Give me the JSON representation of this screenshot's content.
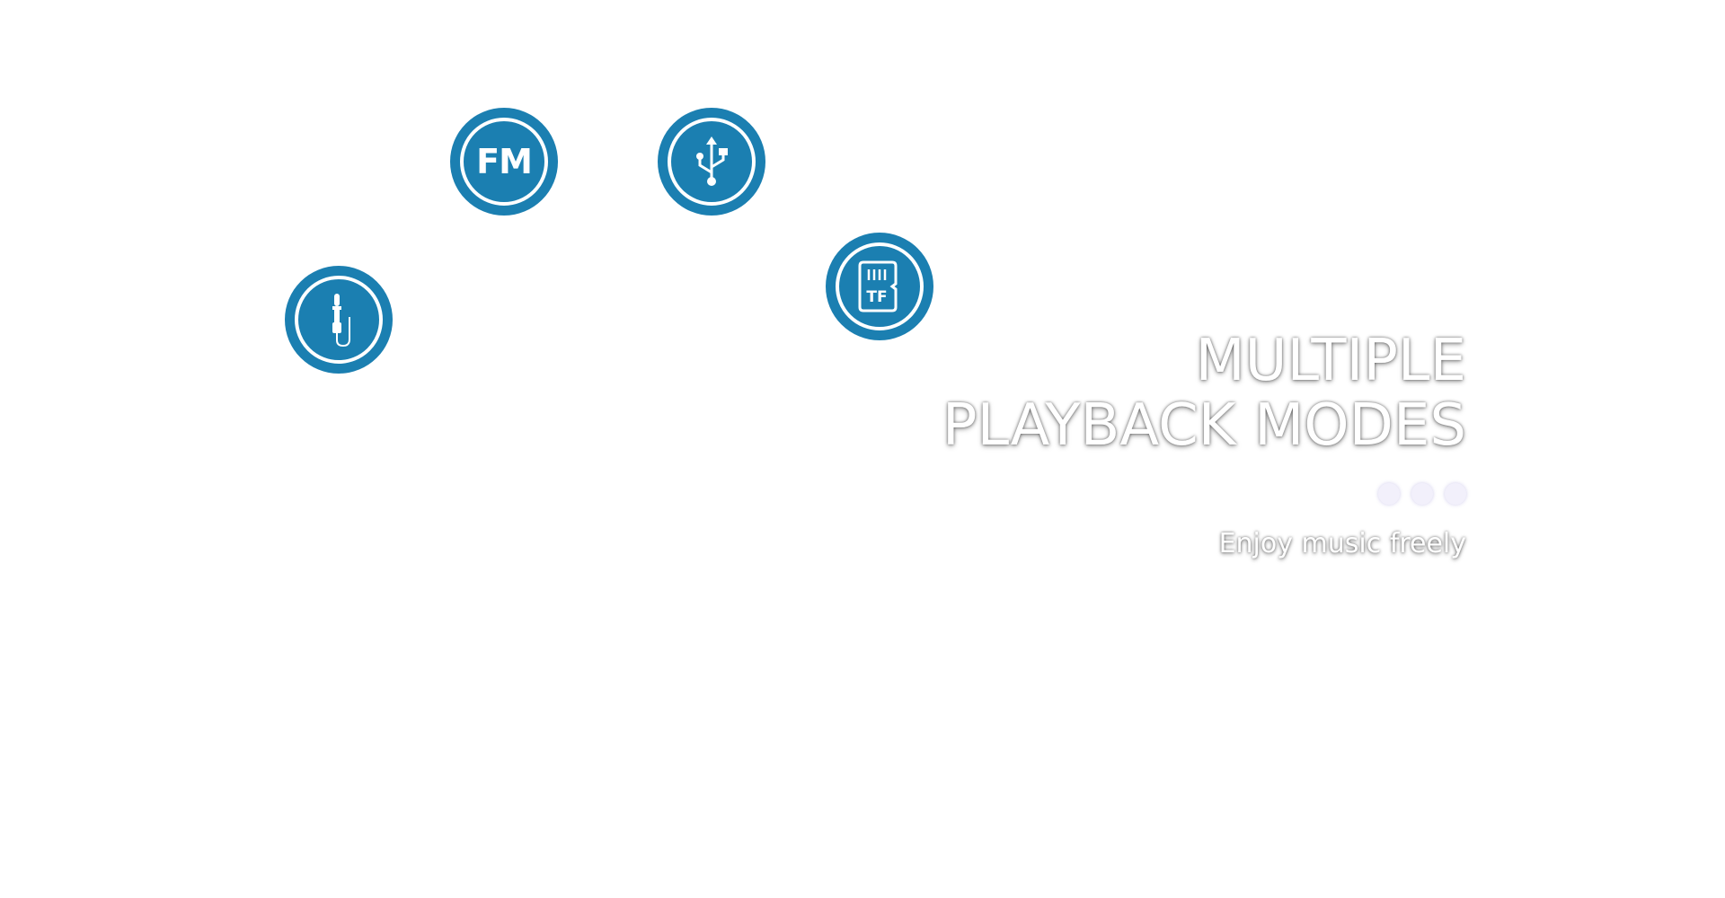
{
  "modes": [
    {
      "id": "fm",
      "label": "FM",
      "icon": "fm-radio-icon"
    },
    {
      "id": "usb",
      "icon": "usb-icon"
    },
    {
      "id": "tf",
      "label": "TF",
      "icon": "tf-card-icon"
    },
    {
      "id": "aux",
      "icon": "aux-jack-icon"
    }
  ],
  "headline": {
    "line1": "MULTIPLE",
    "line2": "PLAYBACK MODES"
  },
  "pagination": {
    "count": 3
  },
  "tagline": "Enjoy music freely",
  "colors": {
    "badge": "#1b7fb1",
    "text": "#ffffff",
    "dot": "#f2f0fb"
  }
}
